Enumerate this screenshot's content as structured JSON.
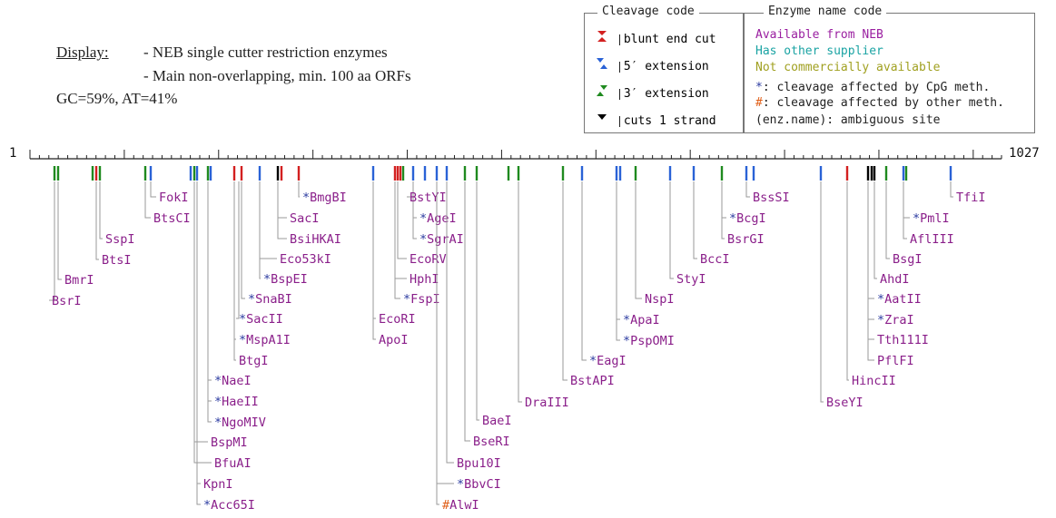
{
  "header": {
    "display_label": "Display:",
    "line1": "- NEB single cutter restriction enzymes",
    "line2": "- Main non-overlapping, min. 100 aa ORFs",
    "gc_content": "GC=59%, AT=41%"
  },
  "cleavage_legend": {
    "title": "Cleavage code",
    "items": [
      {
        "label": "blunt end cut",
        "color": "#d32020",
        "icon": "blunt-end-icon"
      },
      {
        "label": "5′ extension",
        "color": "#2a62d6",
        "icon": "five-prime-extension-icon"
      },
      {
        "label": "3′ extension",
        "color": "#1f8a1f",
        "icon": "three-prime-extension-icon"
      },
      {
        "label": "cuts 1 strand",
        "color": "#000000",
        "icon": "single-strand-icon"
      }
    ]
  },
  "enzyme_legend": {
    "title": "Enzyme name code",
    "items": [
      {
        "label": "Available from NEB",
        "color": "#9a1fa0"
      },
      {
        "label": "Has other supplier",
        "color": "#1aa3a3"
      },
      {
        "label": "Not commercially available",
        "color": "#a0a020"
      }
    ],
    "notes": [
      {
        "symbol": "*",
        "text": ": cleavage affected by CpG meth.",
        "color": "#2a3aa0"
      },
      {
        "symbol": "#",
        "text": ": cleavage affected by other meth.",
        "color": "#e0601a"
      },
      {
        "symbol": "",
        "text": "(enz.name): ambiguous site",
        "color": "#222"
      }
    ]
  },
  "ruler": {
    "start": "1",
    "end": "1027"
  },
  "colors": {
    "name": "#8a1f8a",
    "cpg": "#2a3aa0",
    "othermeth": "#e0601a",
    "blunt": "#d32020",
    "five": "#2a62d6",
    "three": "#1f8a1f",
    "strand": "#000000"
  },
  "enzymes": [
    {
      "name": "BsrI",
      "prefix": ""
    },
    {
      "name": "BmrI",
      "prefix": ""
    },
    {
      "name": "BtsI",
      "prefix": ""
    },
    {
      "name": "SspI",
      "prefix": ""
    },
    {
      "name": "BtsCI",
      "prefix": ""
    },
    {
      "name": "FokI",
      "prefix": ""
    },
    {
      "name": "KpnI",
      "prefix": ""
    },
    {
      "name": "Acc65I",
      "prefix": "*"
    },
    {
      "name": "BfuAI",
      "prefix": ""
    },
    {
      "name": "BspMI",
      "prefix": ""
    },
    {
      "name": "NgoMIV",
      "prefix": "*"
    },
    {
      "name": "HaeII",
      "prefix": "*"
    },
    {
      "name": "NaeI",
      "prefix": "*"
    },
    {
      "name": "BtgI",
      "prefix": ""
    },
    {
      "name": "MspA1I",
      "prefix": "*"
    },
    {
      "name": "SacII",
      "prefix": "*"
    },
    {
      "name": "SnaBI",
      "prefix": "*"
    },
    {
      "name": "BspEI",
      "prefix": "*"
    },
    {
      "name": "Eco53kI",
      "prefix": ""
    },
    {
      "name": "BsiHKAI",
      "prefix": ""
    },
    {
      "name": "SacI",
      "prefix": ""
    },
    {
      "name": "BmgBI",
      "prefix": "*"
    },
    {
      "name": "EcoRI",
      "prefix": ""
    },
    {
      "name": "ApoI",
      "prefix": ""
    },
    {
      "name": "FspI",
      "prefix": "*"
    },
    {
      "name": "HphI",
      "prefix": ""
    },
    {
      "name": "EcoRV",
      "prefix": ""
    },
    {
      "name": "SgrAI",
      "prefix": "*"
    },
    {
      "name": "AgeI",
      "prefix": "*"
    },
    {
      "name": "BstYI",
      "prefix": ""
    },
    {
      "name": "AlwI",
      "prefix": "#"
    },
    {
      "name": "BbvCI",
      "prefix": "*"
    },
    {
      "name": "Bpu10I",
      "prefix": ""
    },
    {
      "name": "BseRI",
      "prefix": ""
    },
    {
      "name": "BaeI",
      "prefix": ""
    },
    {
      "name": "DraIII",
      "prefix": ""
    },
    {
      "name": "BstAPI",
      "prefix": ""
    },
    {
      "name": "EagI",
      "prefix": "*"
    },
    {
      "name": "PspOMI",
      "prefix": "*"
    },
    {
      "name": "ApaI",
      "prefix": "*"
    },
    {
      "name": "NspI",
      "prefix": ""
    },
    {
      "name": "StyI",
      "prefix": ""
    },
    {
      "name": "BccI",
      "prefix": ""
    },
    {
      "name": "BsrGI",
      "prefix": ""
    },
    {
      "name": "BcgI",
      "prefix": "*"
    },
    {
      "name": "BssSI",
      "prefix": ""
    },
    {
      "name": "BseYI",
      "prefix": ""
    },
    {
      "name": "HincII",
      "prefix": ""
    },
    {
      "name": "PflFI",
      "prefix": ""
    },
    {
      "name": "Tth111I",
      "prefix": ""
    },
    {
      "name": "ZraI",
      "prefix": "*"
    },
    {
      "name": "AatII",
      "prefix": "*"
    },
    {
      "name": "AhdI",
      "prefix": ""
    },
    {
      "name": "BsgI",
      "prefix": ""
    },
    {
      "name": "AflIII",
      "prefix": ""
    },
    {
      "name": "PmlI",
      "prefix": "*"
    },
    {
      "name": "TfiI",
      "prefix": ""
    }
  ]
}
